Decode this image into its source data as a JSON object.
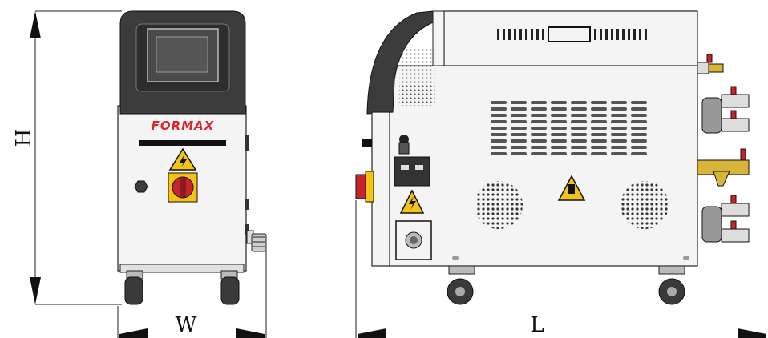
{
  "brand": {
    "logo_text": "FORMAX"
  },
  "dimensions": {
    "height_label": "H",
    "width_label": "W",
    "length_label": "L"
  },
  "colors": {
    "warning_yellow": "#f3c417",
    "switch_red": "#c9242b",
    "brass": "#d9b43a",
    "panel_dark": "#3c3c3c",
    "logo_red": "#d9272e"
  },
  "icons": [
    "electrical-hazard-icon",
    "hot-surface-warning-icon",
    "main-switch-icon",
    "display-screen-icon",
    "caster-wheel-icon"
  ]
}
